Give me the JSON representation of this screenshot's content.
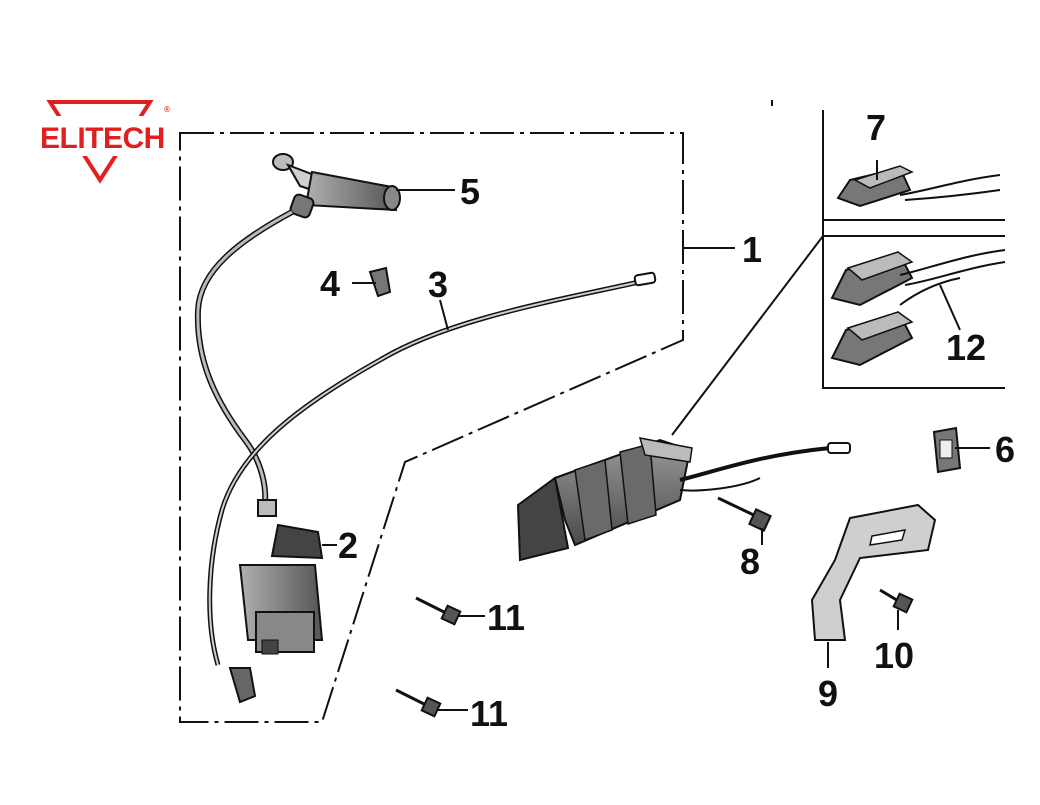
{
  "brand": {
    "logo_text": "ELITECH",
    "registered_mark": "®",
    "color": "#e02020"
  },
  "callouts": [
    {
      "id": "1",
      "label": "1"
    },
    {
      "id": "2",
      "label": "2"
    },
    {
      "id": "3",
      "label": "3"
    },
    {
      "id": "4",
      "label": "4"
    },
    {
      "id": "5",
      "label": "5"
    },
    {
      "id": "6",
      "label": "6"
    },
    {
      "id": "7",
      "label": "7"
    },
    {
      "id": "8",
      "label": "8"
    },
    {
      "id": "9",
      "label": "9"
    },
    {
      "id": "10",
      "label": "10"
    },
    {
      "id": "11a",
      "label": "11"
    },
    {
      "id": "11b",
      "label": "11"
    },
    {
      "id": "12",
      "label": "12"
    }
  ],
  "colors": {
    "line": "#111111",
    "part_fill": "#7a7a7a",
    "part_dark": "#3a3a3a",
    "part_light": "#c8c8c8"
  }
}
